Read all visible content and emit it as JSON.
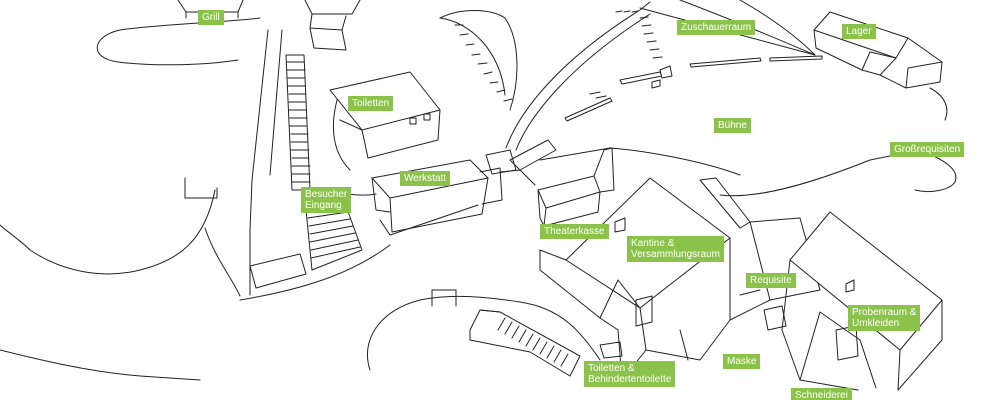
{
  "accent_color": "#8bc34a",
  "labels": {
    "grill": "Grill",
    "toiletten": "Toiletten",
    "zuschauerraum": "Zuschauerraum",
    "lager": "Lager",
    "buehne": "Bühne",
    "grossrequisiten": "Großrequisiten",
    "werkstatt": "Werkstatt",
    "besucher_eingang_1": "Besucher",
    "besucher_eingang_2": "Eingang",
    "theaterkasse": "Theaterkasse",
    "kantine_1": "Kantine &",
    "kantine_2": "Versammlungsraum",
    "requisite": "Requisite",
    "probenraum_1": "Probenraum &",
    "probenraum_2": "Umkleiden",
    "toiletten_behinderten_1": "Toiletten &",
    "toiletten_behinderten_2": "Behindertentoilette",
    "maske": "Maske",
    "schneiderei": "Schneiderei"
  }
}
